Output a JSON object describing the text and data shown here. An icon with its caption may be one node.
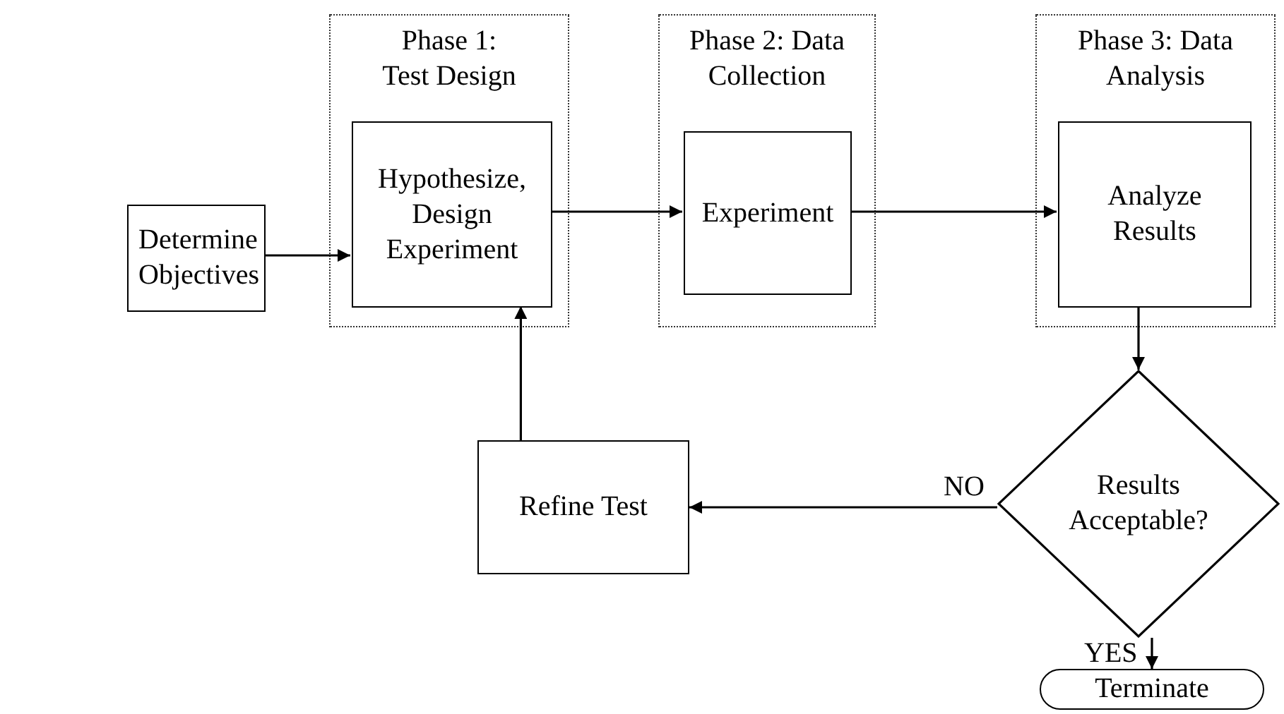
{
  "diagram": {
    "nodes": [
      {
        "text": [
          "Determine Objectives"
        ]
      },
      {
        "text": [
          "Phase 1: Test Design"
        ]
      },
      {
        "text": [
          "Hypothesize, Design Experiment"
        ],
        "in": 1
      },
      {
        "text": [
          "Phase 2: Data Collection"
        ]
      },
      {
        "text": [
          "Experiment"
        ],
        "in": 3
      },
      {
        "text": [
          "Phase 3: Data Analysis"
        ]
      },
      {
        "text": [
          "Analyze Results"
        ],
        "in": 5
      },
      {
        "text": [
          "Results Acceptable?"
        ]
      },
      {
        "text": [
          "Refine Test"
        ]
      },
      {
        "text": [
          "Terminate"
        ]
      }
    ],
    "edges": [
      {
        "from": 0,
        "to": 2,
        "arrow": "to"
      },
      {
        "from": 2,
        "to": 4,
        "arrow": "to"
      },
      {
        "from": 4,
        "to": 6,
        "arrow": "to"
      },
      {
        "from": 6,
        "to": 7,
        "arrow": "to"
      },
      {
        "from": 7,
        "to": 8,
        "arrow": "to",
        "label": "NO"
      },
      {
        "from": 8,
        "to": 2,
        "arrow": "to"
      },
      {
        "from": 7,
        "to": 9,
        "arrow": "to",
        "label": "YES"
      }
    ]
  }
}
